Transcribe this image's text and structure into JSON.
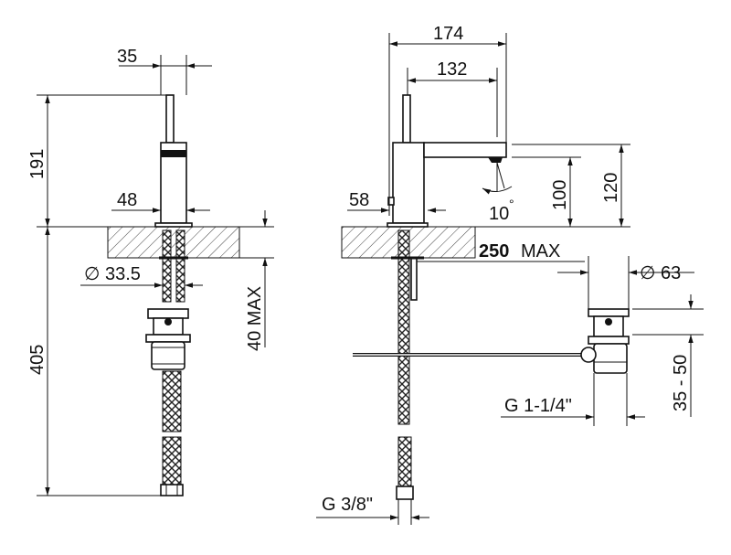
{
  "drawing": {
    "left_view": {
      "dims": {
        "handle_width": "35",
        "height_above_deck": "191",
        "body_width": "48",
        "hole_diameter": "∅ 33.5",
        "deck_thickness": "40 MAX",
        "length_below_deck": "405"
      }
    },
    "right_view": {
      "dims": {
        "total_depth": "174",
        "spout_reach": "132",
        "body_width": "58",
        "spout_height": "100",
        "overall_height": "120",
        "tilt_angle": "10",
        "tilt_unit": "°",
        "rod_length_number": "250",
        "rod_length_suffix": "MAX",
        "drain_diameter": "∅ 63",
        "drain_thread": "G 1-1/4\"",
        "drain_range": "35 - 50",
        "hose_thread": "G 3/8\""
      }
    }
  }
}
